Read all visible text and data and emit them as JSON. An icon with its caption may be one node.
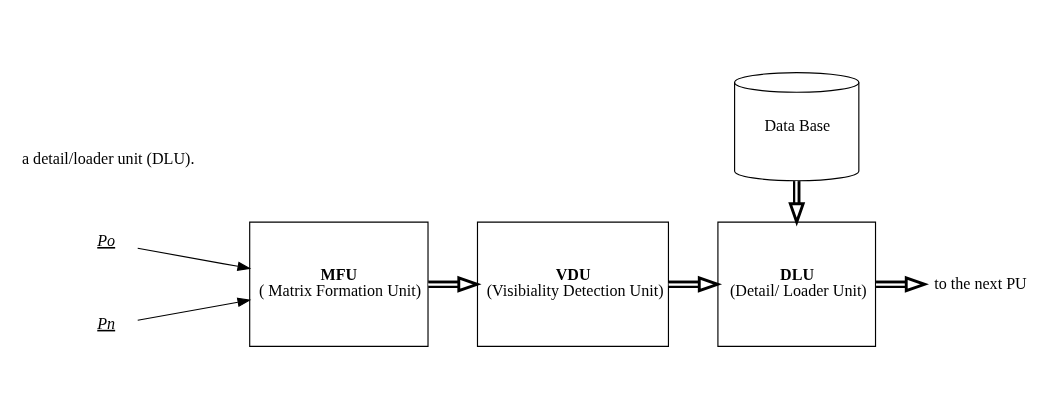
{
  "diagram": {
    "nodes": [
      {
        "text": [
          "Data Base"
        ]
      },
      {
        "text": [
          "MFU",
          "( Matrix Formation Unit)"
        ]
      },
      {
        "text": [
          "VDU",
          "(Visibiality Detection Unit)"
        ]
      },
      {
        "text": [
          "DLU",
          "(Detail/ Loader Unit)"
        ]
      },
      {
        "text": [
          "Po"
        ]
      },
      {
        "text": [
          "Pn"
        ]
      },
      {
        "text": [
          "to the next PU"
        ]
      }
    ],
    "edges": [
      {
        "from": 4,
        "to": 1,
        "arrow": "to"
      },
      {
        "from": 5,
        "to": 1,
        "arrow": "to"
      },
      {
        "from": 1,
        "to": 2,
        "arrow": "to"
      },
      {
        "from": 2,
        "to": 3,
        "arrow": "to"
      },
      {
        "from": 0,
        "to": 3,
        "arrow": "to"
      },
      {
        "from": 3,
        "to": 6,
        "arrow": "to"
      }
    ],
    "labels": [
      "a detail/loader unit (DLU)."
    ]
  }
}
